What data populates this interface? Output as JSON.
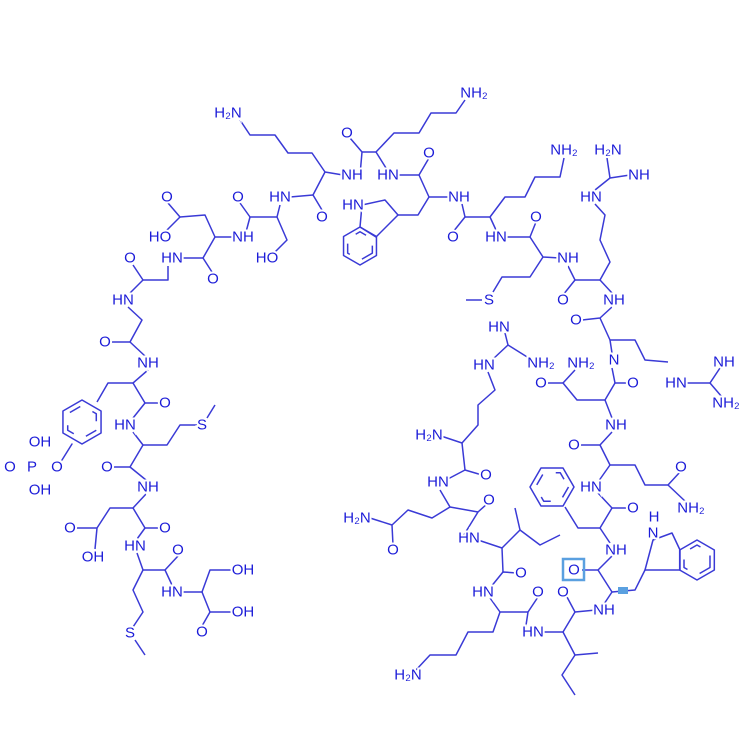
{
  "structure": {
    "type": "peptide skeletal formula",
    "colors": {
      "bond": "#3a3ad6",
      "atom_label": "#1c1cd8",
      "highlight": "#5aa0e0"
    },
    "highlighted_atom": "O",
    "labels": [
      "H₂N",
      "O",
      "NH",
      "O",
      "O",
      "HN",
      "O",
      "HN",
      "HO",
      "NH",
      "HO",
      "O",
      "HN",
      "O",
      "HN",
      "O",
      "NH",
      "O",
      "NH₂",
      "O",
      "HN",
      "NH",
      "O",
      "HN",
      "O",
      "NH₂",
      "H₂N",
      "NH",
      "HN",
      "NH",
      "S",
      "O",
      "NH",
      "O",
      "HN",
      "NH₂",
      "HN",
      "NH₂",
      "N",
      "O",
      "O",
      "HN",
      "NH",
      "NH₂",
      "HN",
      "S",
      "OH",
      "O",
      "P",
      "O",
      "OH",
      "O",
      "NH",
      "O",
      "O",
      "OH",
      "HN",
      "O",
      "OH",
      "HN",
      "OH",
      "O",
      "S",
      "H₂N",
      "NH",
      "H₂N",
      "O",
      "O",
      "O",
      "HN",
      "HN",
      "O",
      "O",
      "NH₂",
      "H",
      "N",
      "HN",
      "O",
      "NH",
      "O",
      "O",
      "HN",
      "O",
      "O",
      "NH",
      "HN",
      "H₂N"
    ]
  }
}
